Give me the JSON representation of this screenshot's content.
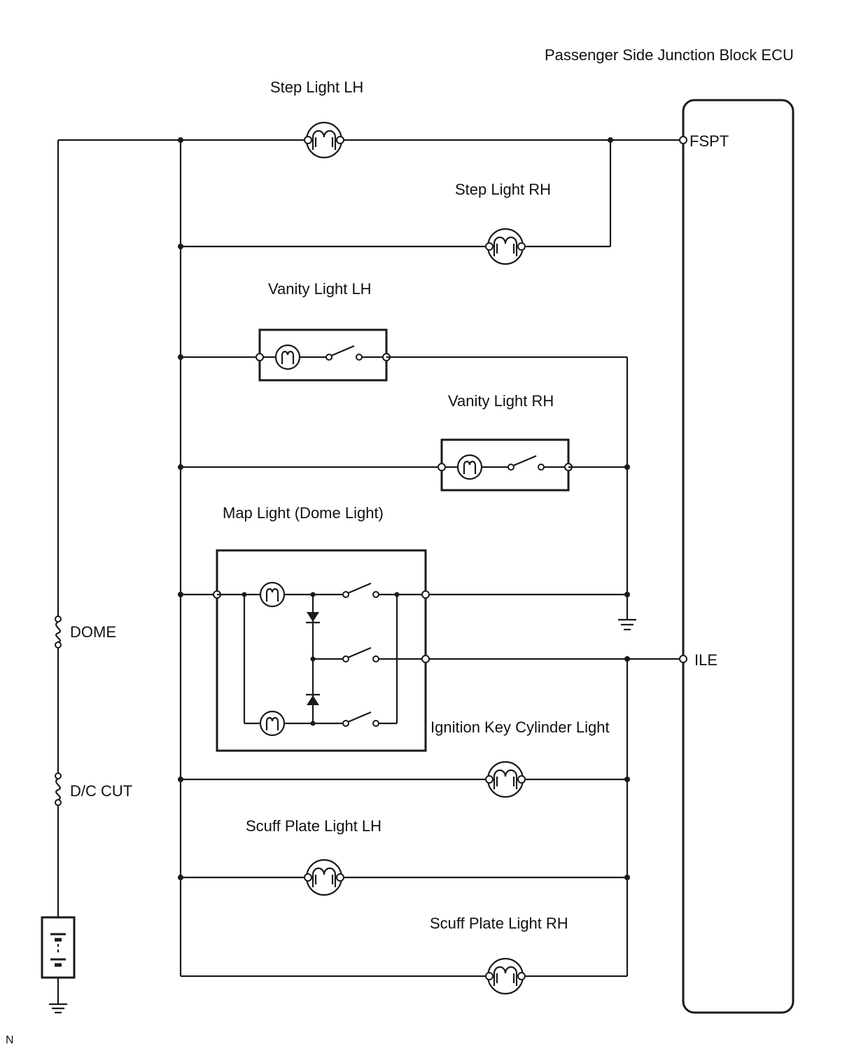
{
  "ecu": {
    "title": "Passenger Side Junction Block ECU",
    "terminals": {
      "fspt": "FSPT",
      "ile": "ILE"
    }
  },
  "fuses": {
    "dome": "DOME",
    "dc_cut": "D/C CUT"
  },
  "components": {
    "step_light_lh": "Step Light LH",
    "step_light_rh": "Step Light RH",
    "vanity_light_lh": "Vanity Light LH",
    "vanity_light_rh": "Vanity Light RH",
    "map_light": "Map Light (Dome Light)",
    "ignition_key_cylinder_light": "Ignition Key Cylinder Light",
    "scuff_plate_light_lh": "Scuff Plate Light LH",
    "scuff_plate_light_rh": "Scuff Plate Light RH"
  },
  "corner_mark": "N"
}
